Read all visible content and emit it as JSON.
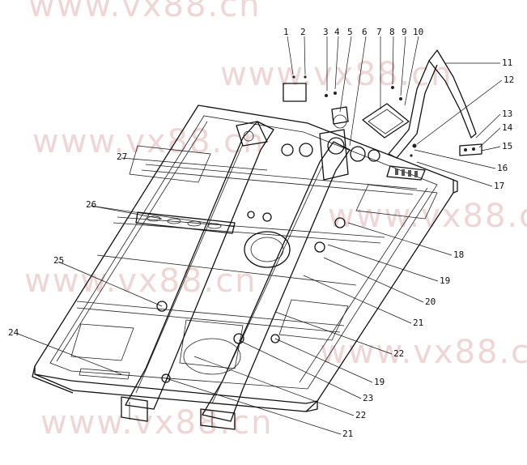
{
  "watermark": "www.vx88.cn",
  "callouts": [
    "1",
    "2",
    "3",
    "4",
    "5",
    "6",
    "7",
    "8",
    "9",
    "10",
    "11",
    "12",
    "13",
    "14",
    "15",
    "16",
    "17",
    "18",
    "19",
    "20",
    "21",
    "22",
    "19",
    "23",
    "22",
    "21",
    "24",
    "25",
    "26",
    "27"
  ],
  "colors": {
    "line": "#111111",
    "watermark": "#e9c9c9",
    "background": "#ffffff"
  }
}
